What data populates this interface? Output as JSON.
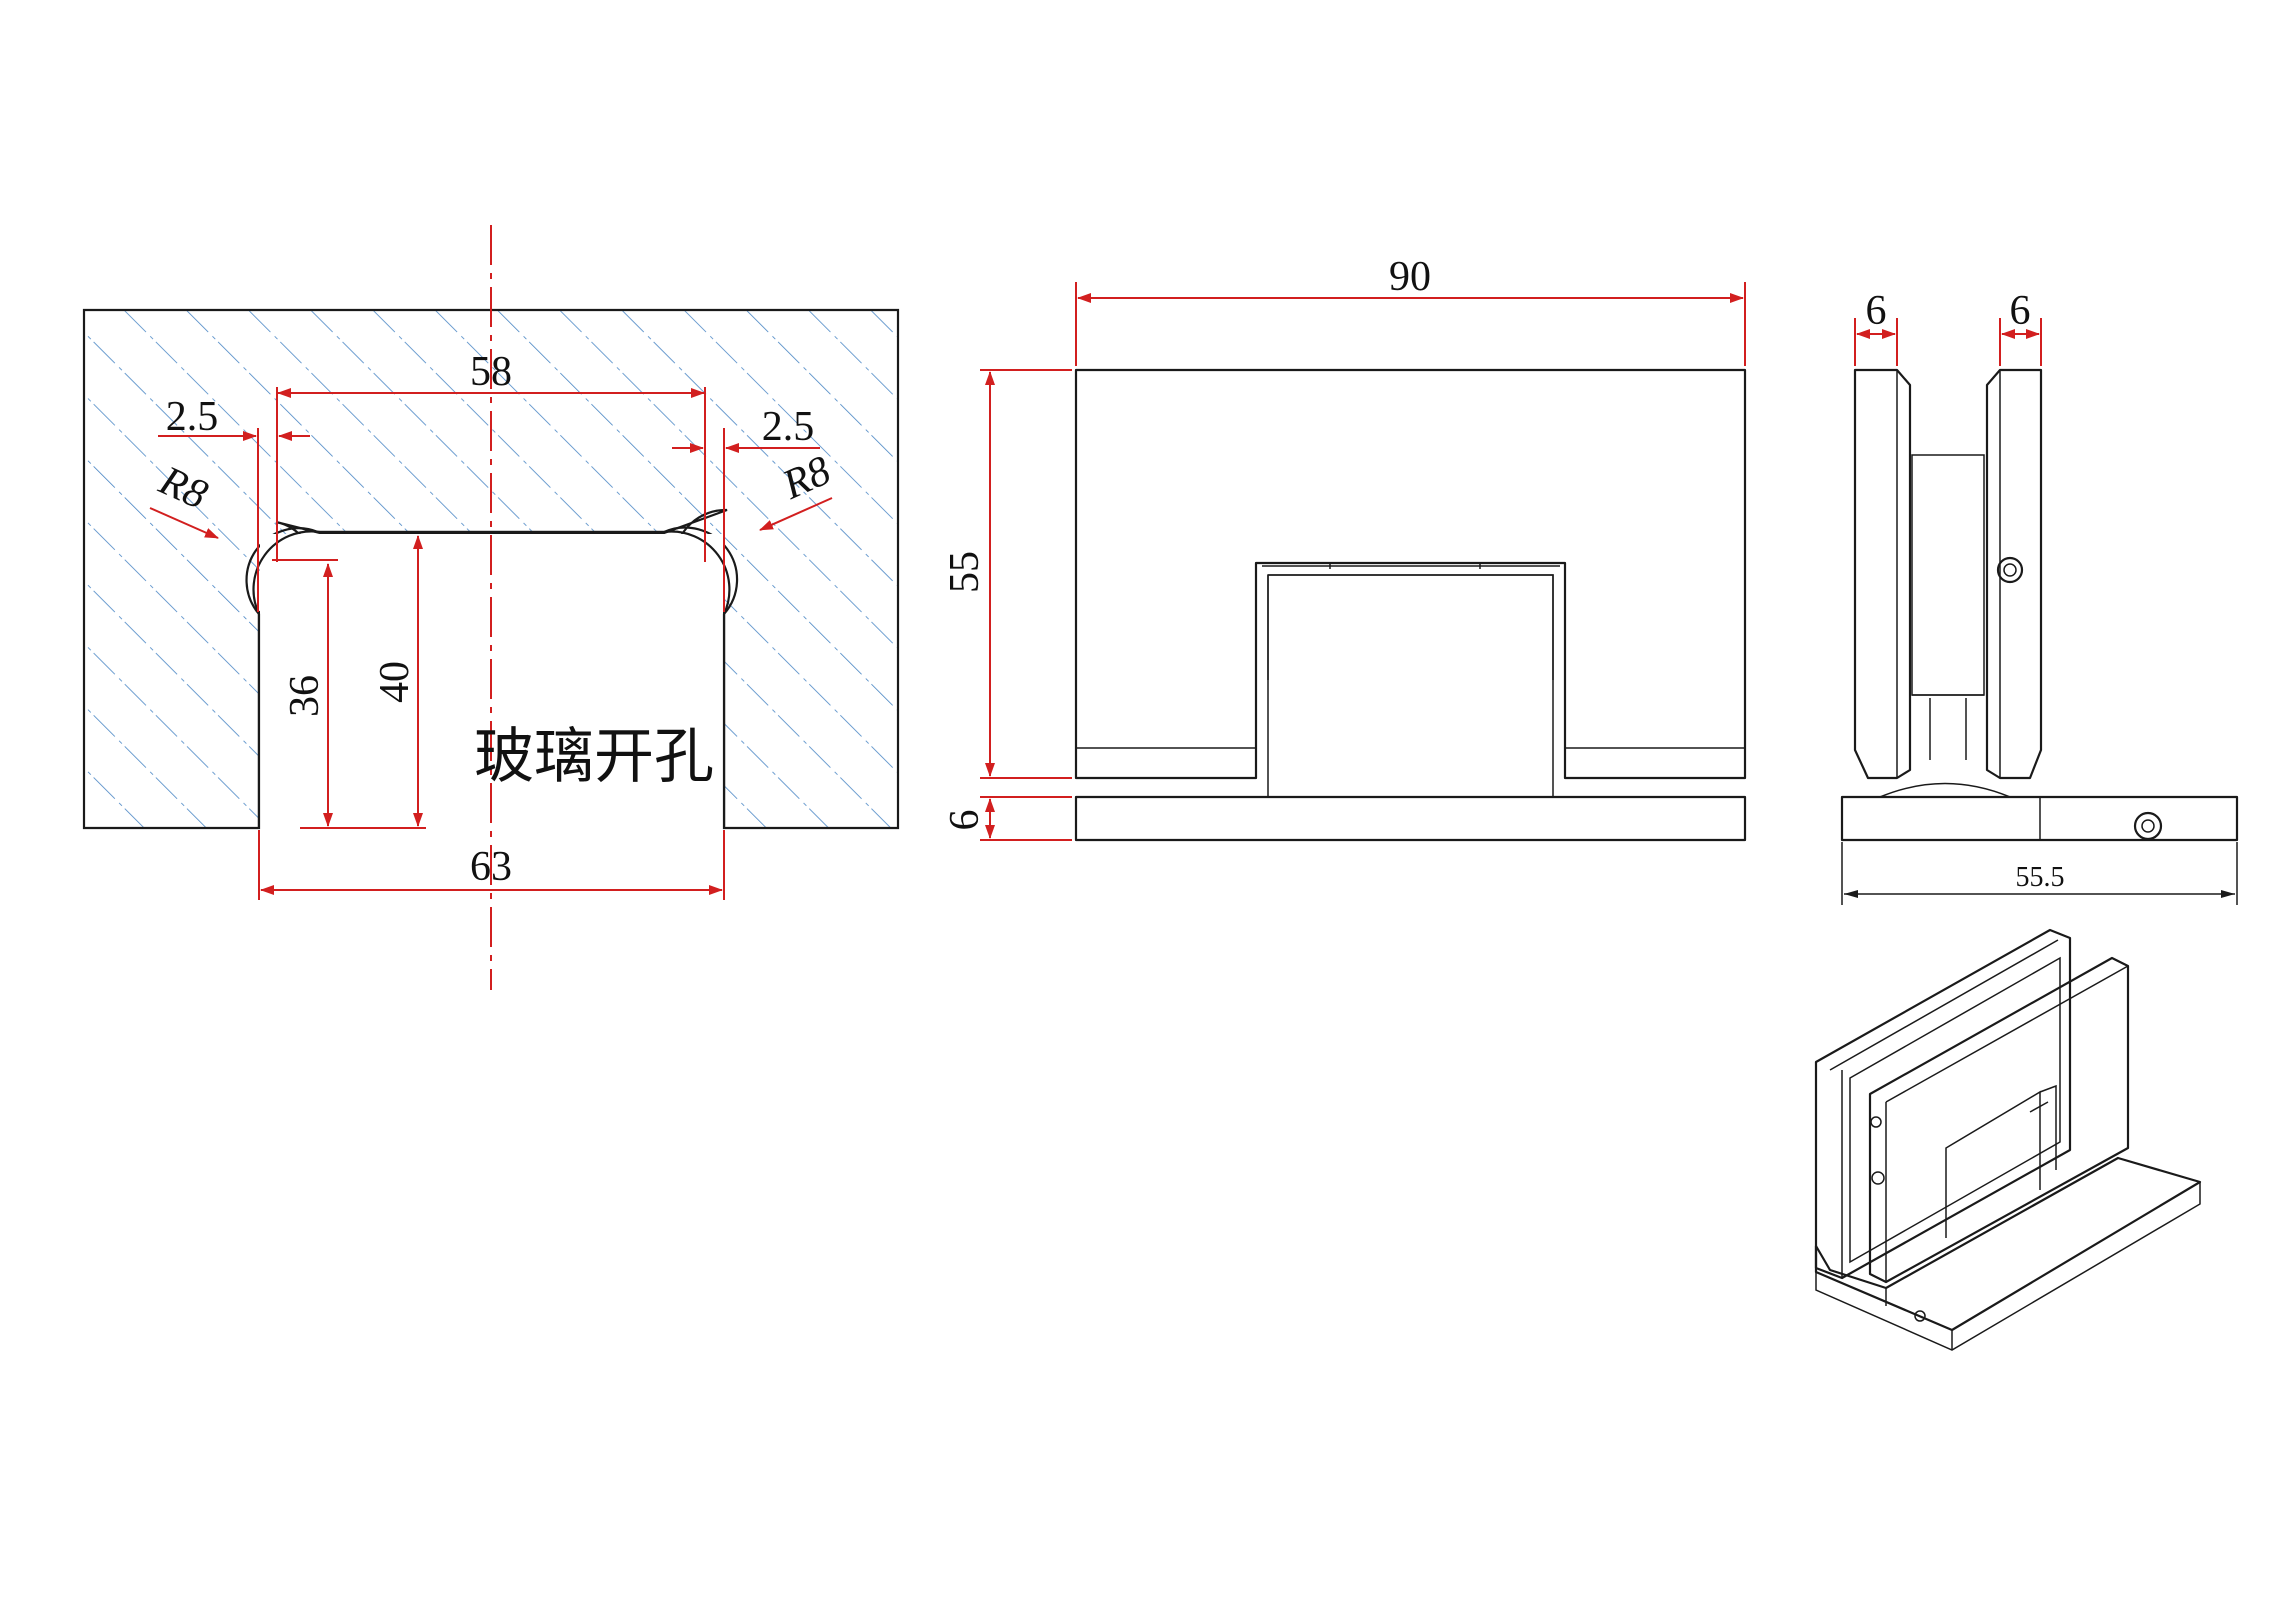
{
  "drawing": {
    "cutout": {
      "label_hole": "玻璃开孔",
      "dim_58": "58",
      "dim_25_left": "2.5",
      "dim_25_right": "2.5",
      "dim_r8_left": "R8",
      "dim_r8_right": "R8",
      "dim_36": "36",
      "dim_40": "40",
      "dim_63": "63"
    },
    "front": {
      "dim_90": "90",
      "dim_55": "55",
      "dim_6": "6"
    },
    "side": {
      "dim_6_left": "6",
      "dim_6_right": "6",
      "dim_555": "55.5"
    },
    "colors": {
      "dimension": "#d21f1f",
      "hatch": "#4a86c5",
      "outline": "#1a1a1a"
    }
  }
}
